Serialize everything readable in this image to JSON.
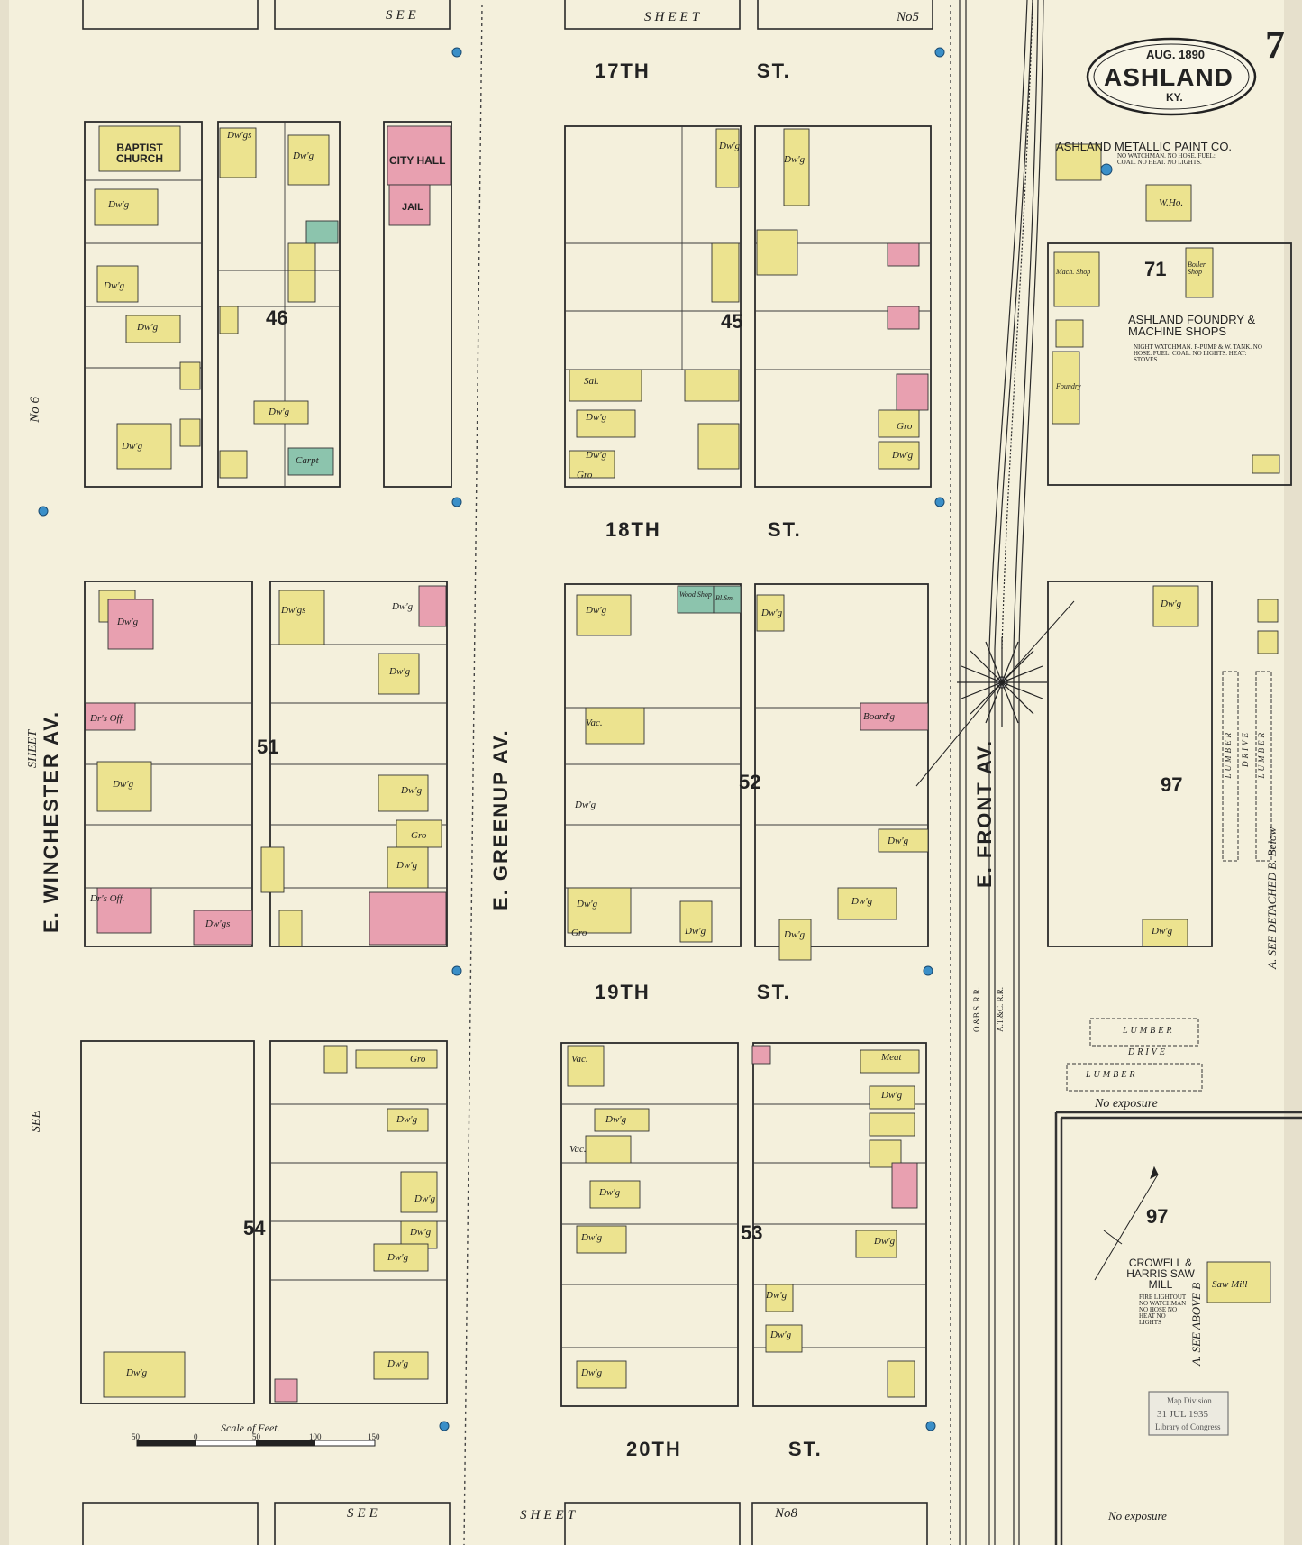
{
  "title": {
    "date": "AUG. 1890",
    "city": "ASHLAND",
    "state": "KY.",
    "sheet_number": "7"
  },
  "streets": {
    "st17": "17TH ST.",
    "st18": "18TH ST.",
    "st19": "19TH ST.",
    "st20": "20TH ST.",
    "winchester": "E. WINCHESTER AV.",
    "greenup": "E. GREENUP AV.",
    "front": "E. FRONT AV."
  },
  "blocks": [
    "46",
    "45",
    "51",
    "52",
    "54",
    "53",
    "71",
    "97",
    "97"
  ],
  "sheet_refs": {
    "top_see": "SEE",
    "top_sheet": "SHEET",
    "top_no": "No5",
    "bottom_see": "SEE",
    "bottom_sheet": "SHEET",
    "bottom_no": "No8",
    "left_no": "No 6",
    "left_sheet": "SHEET",
    "left_see": "SEE",
    "right_a_below": "A. SEE DETACHED B. Below",
    "right_b_above": "A. SEE ABOVE B"
  },
  "landmarks": {
    "baptist": "BAPTIST CHURCH",
    "city_hall": "CITY HALL",
    "jail": "JAIL",
    "metallic_paint": "ASHLAND METALLIC PAINT CO.",
    "metallic_paint_note": "NO WATCHMAN. NO HOSE. FUEL: COAL. NO HEAT. NO LIGHTS.",
    "foundry": "ASHLAND FOUNDRY & MACHINE SHOPS",
    "foundry_note": "NIGHT WATCHMAN. F-PUMP & W. TANK. NO HOSE. FUEL: COAL. NO LIGHTS. HEAT: STOVES",
    "saw_mill": "CROWELL & HARRIS SAW MILL",
    "saw_mill_note": "FIRE LIGHTOUT NO WATCHMAN NO HOSE NO HEAT NO LIGHTS",
    "lumber": "LUMBER",
    "drive": "DRIVE",
    "no_exposure": "No exposure"
  },
  "railroads": [
    "O.&B.S. R.R.",
    "A.T.&C. R.R."
  ],
  "scale": {
    "label": "Scale of Feet.",
    "ticks": [
      "50",
      "0",
      "50",
      "100",
      "150"
    ]
  },
  "stamp": {
    "line1": "Map Division",
    "line2": "31 JUL 1935",
    "line3": "Library of Congress"
  },
  "building_labels": {
    "dwg": "Dw'g",
    "dwgs": "Dw'gs",
    "gro": "Gro",
    "sal": "Sal.",
    "vac": "Vac.",
    "meat": "Meat",
    "boarding": "Board'g",
    "drs_off": "Dr's Off.",
    "carpet": "Carpt",
    "wood_shop": "Wood Shop",
    "bl_sm": "Bl.Sm.",
    "mach_shop": "Mach. Shop",
    "boiler_shop": "Boiler Shop",
    "foundry": "Foundry",
    "wh": "W.Ho.",
    "sawmill": "Saw Mill"
  },
  "colors": {
    "paper": "#f4f0dc",
    "frame_wood": "#ece38f",
    "brick": "#e8a0b0",
    "stone": "#8cc4ad",
    "line": "#2a2a2a",
    "hydrant": "#3a8fc8"
  }
}
